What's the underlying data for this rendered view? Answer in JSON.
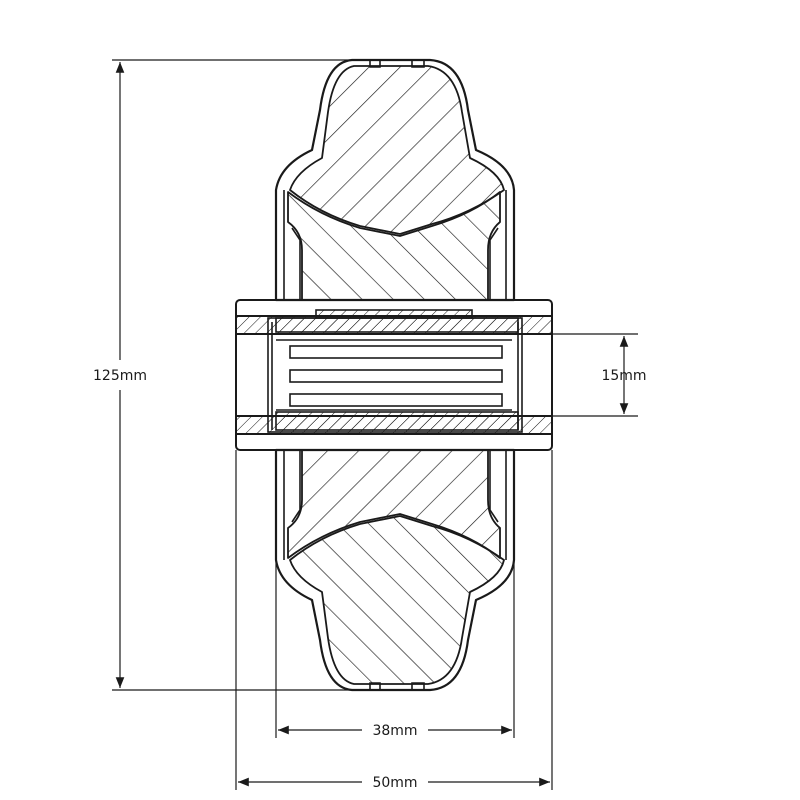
{
  "drawing": {
    "subject": "wheel-cross-section",
    "colors": {
      "line": "#1a1a1a",
      "background": "#ffffff"
    }
  },
  "dimensions": {
    "overall_diameter": "125mm",
    "bore_diameter": "15mm",
    "tread_width": "38mm",
    "hub_length": "50mm"
  }
}
